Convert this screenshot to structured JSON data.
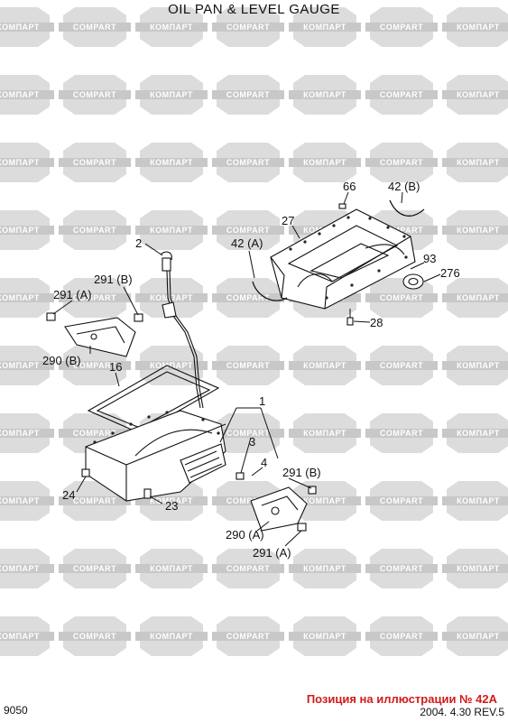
{
  "title": "OIL PAN & LEVEL GAUGE",
  "page_code": "9050",
  "revision": "2004. 4.30 REV.5",
  "note": "Позиция на иллюстрации № 42A",
  "watermark": {
    "text_ru": "КОМПАРТ",
    "text_en": "COMPART",
    "color": "#d9d9d9"
  },
  "callouts": [
    {
      "id": "66",
      "label": "66"
    },
    {
      "id": "42B",
      "label": "42 (B)"
    },
    {
      "id": "27",
      "label": "27"
    },
    {
      "id": "42A",
      "label": "42 (A)"
    },
    {
      "id": "2",
      "label": "2"
    },
    {
      "id": "93",
      "label": "93"
    },
    {
      "id": "276",
      "label": "276"
    },
    {
      "id": "291B-top",
      "label": "291 (B)"
    },
    {
      "id": "291A-top",
      "label": "291 (A)"
    },
    {
      "id": "28",
      "label": "28"
    },
    {
      "id": "290B",
      "label": "290 (B)"
    },
    {
      "id": "16",
      "label": "16"
    },
    {
      "id": "1",
      "label": "1"
    },
    {
      "id": "3",
      "label": "3"
    },
    {
      "id": "4",
      "label": "4"
    },
    {
      "id": "291B-bottom",
      "label": "291 (B)"
    },
    {
      "id": "24",
      "label": "24"
    },
    {
      "id": "23",
      "label": "23"
    },
    {
      "id": "290A",
      "label": "290 (A)"
    },
    {
      "id": "291A-bottom",
      "label": "291 (A)"
    }
  ]
}
